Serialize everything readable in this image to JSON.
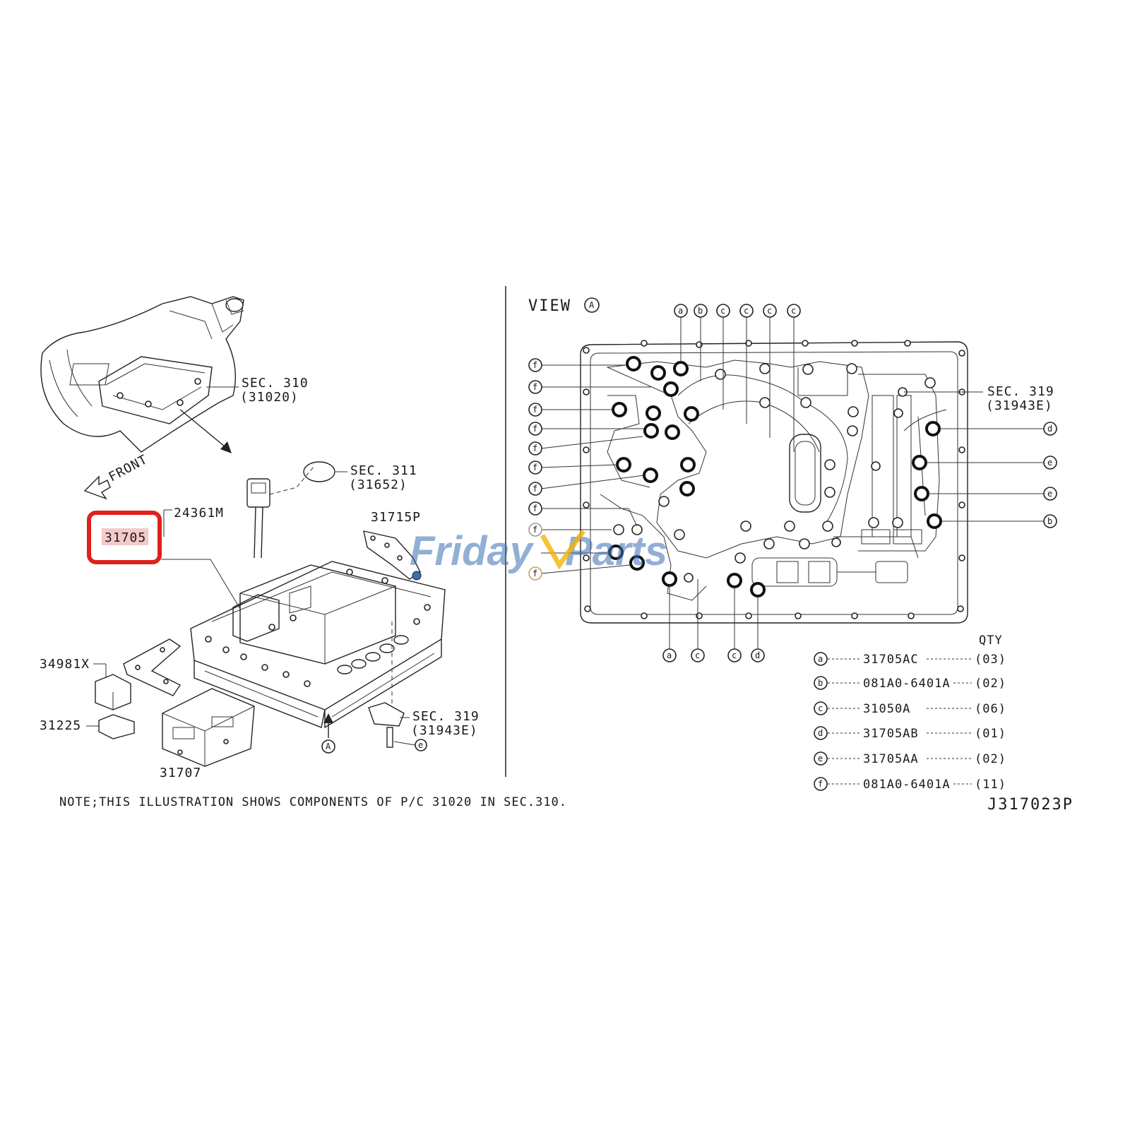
{
  "labels": {
    "sec310": "SEC. 310",
    "sec310_sub": "(31020)",
    "front": "FRONT",
    "sec311": "SEC. 311",
    "sec311_sub": "(31652)",
    "p24361m": "24361M",
    "p31705": "31705",
    "p31715p": "31715P",
    "p34981x": "34981X",
    "p31225": "31225",
    "p31707": "31707",
    "sec319_left": "SEC. 319",
    "sec319_left_sub": "(31943E)",
    "view_a_marker": "A",
    "callout_e_left": "e",
    "view": "VIEW",
    "view_letter": "A",
    "sec319_right": "SEC. 319",
    "sec319_right_sub": "(31943E)",
    "qty": "QTY",
    "note": "NOTE;THIS ILLUSTRATION SHOWS COMPONENTS OF P/C 31020 IN SEC.310.",
    "code": "J317023P",
    "watermark_a": "Friday",
    "watermark_b": "Parts"
  },
  "callouts": {
    "top": [
      "a",
      "b",
      "c",
      "c",
      "c",
      "c"
    ],
    "left": [
      "f",
      "f",
      "f",
      "f",
      "f",
      "f",
      "f",
      "f",
      "f",
      "f"
    ],
    "right": [
      "d",
      "e",
      "e",
      "b"
    ],
    "bottom": [
      "a",
      "c",
      "c",
      "d"
    ]
  },
  "legend": [
    {
      "letter": "a",
      "part": "31705AC",
      "qty": "(03)"
    },
    {
      "letter": "b",
      "part": "081A0-6401A",
      "qty": "(02)"
    },
    {
      "letter": "c",
      "part": "31050A",
      "qty": "(06)"
    },
    {
      "letter": "d",
      "part": "31705AB",
      "qty": "(01)"
    },
    {
      "letter": "e",
      "part": "31705AA",
      "qty": "(02)"
    },
    {
      "letter": "f",
      "part": "081A0-6401A",
      "qty": "(11)"
    }
  ],
  "colors": {
    "highlight_box": "#e0201b",
    "highlight_fill": "#f6c9c9",
    "watermark": "#3a6fb3",
    "watermark_accent": "#f2b400"
  }
}
